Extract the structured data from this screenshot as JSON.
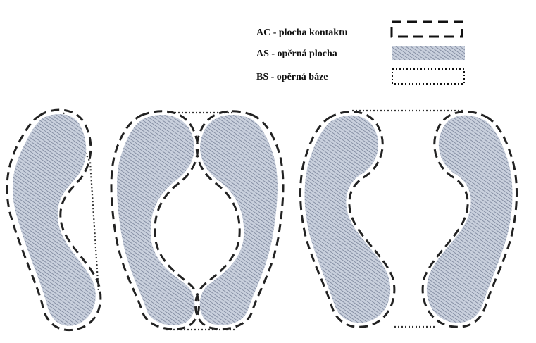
{
  "legend": {
    "items": [
      {
        "id": "ac",
        "label": "AC - plocha kontaktu",
        "style": "dashed-outline"
      },
      {
        "id": "as",
        "label": "AS - opěrná plocha",
        "style": "hatched-fill"
      },
      {
        "id": "bs",
        "label": "BS - opěrná báze",
        "style": "dotted-outline"
      }
    ]
  },
  "colors": {
    "hatch_background": "#c9d0dd",
    "hatch_line": "#6e7890",
    "ink": "#222222"
  },
  "figures": [
    "single-foot-stance",
    "feet-together-stance",
    "feet-apart-stance"
  ]
}
